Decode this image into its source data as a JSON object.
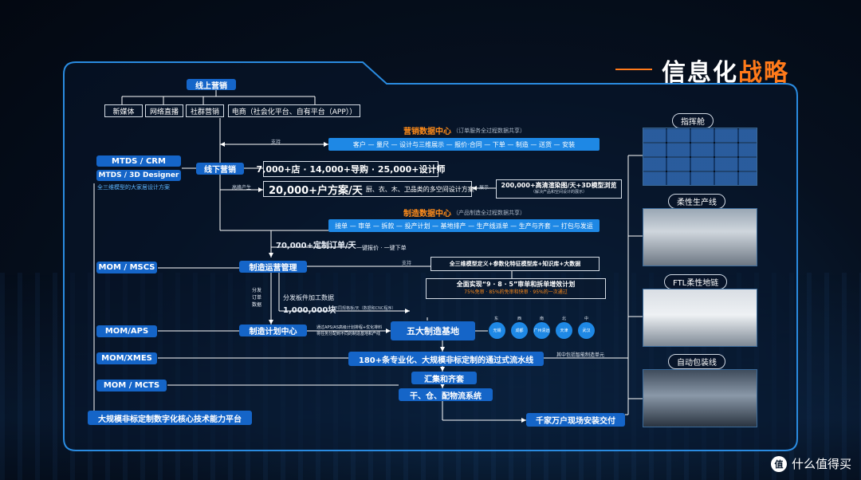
{
  "title": {
    "main": "信息化",
    "highlight": "战略"
  },
  "online": {
    "header": "线上营销",
    "channels": [
      "新媒体",
      "网络直播",
      "社群营销",
      "电商（社会化平台、自有平台（APP））"
    ]
  },
  "mtds": {
    "crm": "MTDS / CRM",
    "designer": "MTDS / 3D Designer",
    "caption": "全三维模型的大家居设计方案"
  },
  "offline": {
    "label": "线下营销",
    "stats": "7,000+店 · 14,000+导购 · 25,000+设计师",
    "plans": "20,000+户方案/天",
    "plans_sub": "厨、衣、木、卫品类的多空间设计方案",
    "gen_label": "高峰产生",
    "support_label": "支持",
    "show_label": "展示",
    "render": "200,000+高清渲染图/天+3D模型浏览",
    "render_sub": "（解决产品和空间设计的展示）"
  },
  "marketing_center": {
    "title": "营销数据中心",
    "subtitle": "（订单服务全过程数据共享）",
    "flow": "客户 — 量尺 — 设计与三维展示 — 报价·合同 — 下单 — 制造 — 送货 — 安装"
  },
  "manufacturing_center": {
    "title": "制造数据中心",
    "subtitle": "（产品制造全过程数据共享）",
    "flow": "接单 — 审单 — 拆款 — 投产计划 — 基地排产 — 生产线派单 — 生产与齐套 — 打包与发运"
  },
  "orders": {
    "count": "70,000+定制订单/天",
    "one_click": "一键报价 · 一键下单",
    "support_label": "支持"
  },
  "ops": {
    "label": "制造运营管理",
    "model_lib": "全三维模型定义+参数化特征模型库+知识库+大数据",
    "plan_title": "全面实现“9 · 8 · 5”审单和拆单增效计划",
    "plan_sub1": "75%免审 · 85%的免审和快审 · 95%的一次通过",
    "split_side": "分发订单数据",
    "split_title": "分发板件加工数据",
    "split_count": "1,000,000块",
    "split_sub": "不同规格板/天（数据和CNC程序）"
  },
  "plan_center": {
    "label": "制造计划中心",
    "desc1": "通过APS/AS高级计划排程+优化排料",
    "desc2": "将任务分配到不同的制造基地和产线"
  },
  "bases": {
    "label": "五大制造基地",
    "cities": [
      "无锡",
      "成都",
      "广州清远",
      "天津",
      "武汉"
    ],
    "directions": [
      "东",
      "西",
      "南",
      "北",
      "中"
    ]
  },
  "lines": {
    "label": "180+条专业化、大规模非标定制的通过式流水线",
    "note": "其中包括智能制造单元"
  },
  "assembly": {
    "kit": "汇集和齐套",
    "logistics": "干、仓、配物流系统",
    "delivery": "千家万户现场安装交付"
  },
  "mom": {
    "mscs": "MOM / MSCS",
    "aps": "MOM/APS",
    "xmes": "MOM/XMES",
    "mcts": "MOM / MCTS"
  },
  "platform": "大规模非标定制数字化核心技术能力平台",
  "photos": {
    "command": "指挥舱",
    "flex": "柔性生产线",
    "ftl": "FTL柔性地链",
    "pack": "自动包装线"
  },
  "watermark": "什么值得买",
  "colors": {
    "accent": "#ff7a1a",
    "box": "#1565c8",
    "frame": "#2a8be0"
  }
}
